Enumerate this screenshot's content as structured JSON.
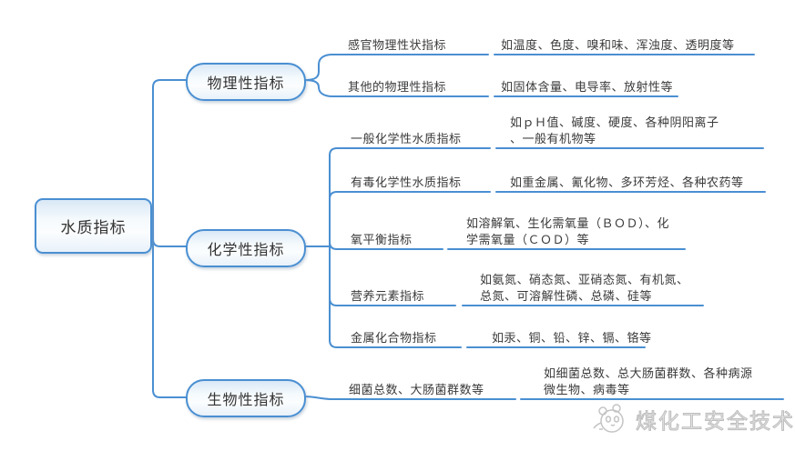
{
  "root": {
    "label": "水质指标"
  },
  "branches": [
    {
      "label": "物理性指标",
      "children": [
        {
          "label": "感官物理性状指标",
          "detail": "如温度、色度、嗅和味、浑浊度、透明度等"
        },
        {
          "label": "其他的物理性指标",
          "detail": "如固体含量、电导率、放射性等"
        }
      ]
    },
    {
      "label": "化学性指标",
      "children": [
        {
          "label": "一般化学性水质指标",
          "detail": "如ｐＨ值、碱度、硬度、各种阴阳离子\n、一般有机物等"
        },
        {
          "label": "有毒化学性水质指标",
          "detail": "如重金属、氰化物、多环芳烃、各种农药等"
        },
        {
          "label": "氧平衡指标",
          "detail": "如溶解氧、生化需氧量（ＢＯＤ）、化\n学需氧量（ＣＯＤ）等"
        },
        {
          "label": "营养元素指标",
          "detail": "如氨氮、硝态氮、亚硝态氮、有机氮、\n总氮、可溶解性磷、总磷、硅等"
        },
        {
          "label": "金属化合物指标",
          "detail": "如汞、铜、铅、锌、镉、铬等"
        }
      ]
    },
    {
      "label": "生物性指标",
      "children": [
        {
          "label": "细菌总数、大肠菌群数等",
          "detail": "如细菌总数、总大肠菌群数、各种病源\n微生物、病毒等"
        }
      ]
    }
  ],
  "watermark": {
    "label": "煤化工安全技术",
    "logo": "panda-face-icon"
  },
  "colors": {
    "line": "#4a8fd2",
    "node_border": "#4a8fd2",
    "text": "#3a3a3a",
    "watermark": "#c4c4c4"
  }
}
